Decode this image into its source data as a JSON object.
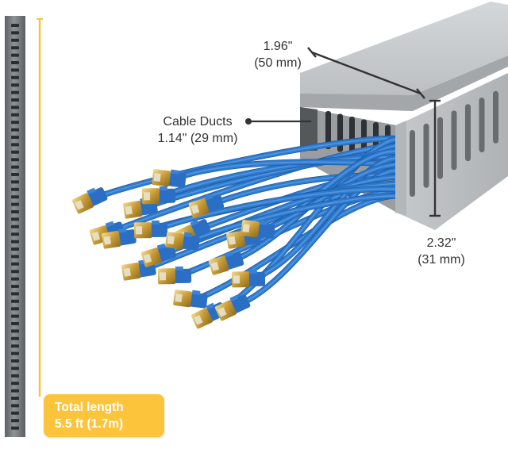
{
  "labels": {
    "width_dim": {
      "line1": "1.96\"",
      "line2": "(50 mm)"
    },
    "slot_dim": {
      "title": "Cable Ducts",
      "value": "1.14\" (29 mm)"
    },
    "height_dim": {
      "line1": "2.32\"",
      "line2": "(31 mm)"
    },
    "total_length": {
      "line1": "Total length",
      "line2": "5.5 ft (1.7m)"
    }
  },
  "colors": {
    "duct": "#b8bcbe",
    "cable": "#2e7bd0",
    "accent": "#fbc43b",
    "rail": "#7b7f82",
    "dimension_line": "#333333"
  }
}
